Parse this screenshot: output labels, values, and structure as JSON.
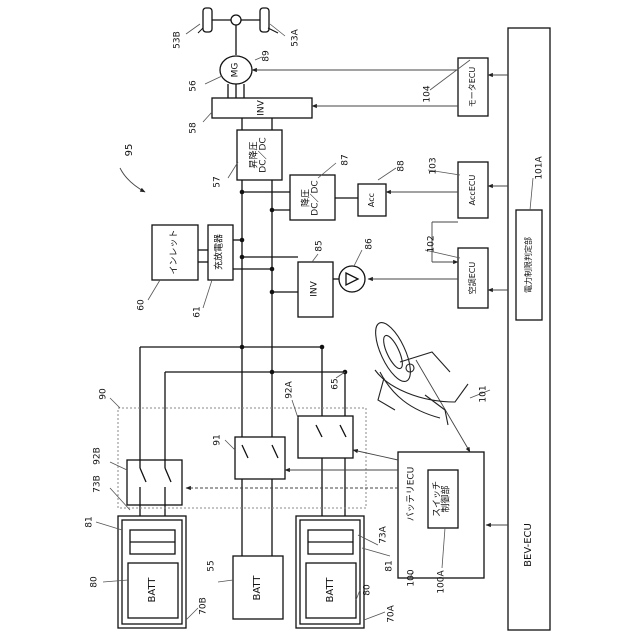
{
  "refs": {
    "r53B": "53B",
    "r53A": "53A",
    "r56": "56",
    "r89": "89",
    "r58": "58",
    "r104": "104",
    "r95": "95",
    "r57": "57",
    "r87": "87",
    "r88": "88",
    "r103": "103",
    "r101A": "101A",
    "r60": "60",
    "r61": "61",
    "r85": "85",
    "r86": "86",
    "r102": "102",
    "r65": "65",
    "r90": "90",
    "r92A": "92A",
    "r91": "91",
    "r92B": "92B",
    "r73B": "73B",
    "r101": "101",
    "r81a": "81",
    "r81b": "81",
    "r73A": "73A",
    "r100": "100",
    "r100A": "100A",
    "r80a": "80",
    "r80b": "80",
    "r70B": "70B",
    "r55": "55",
    "r70A": "70A"
  },
  "labels": {
    "mg": "MG",
    "inv_main": "INV",
    "dcdc_main": [
      "昇降圧",
      "DC／DC"
    ],
    "dcdc_down": [
      "降圧",
      "DC／DC"
    ],
    "acc": "Acc",
    "inv_ac": "INV",
    "inlet": "インレット",
    "charger": "充放電器",
    "motor_ecu": "モータECU",
    "acc_ecu": "AccECU",
    "ac_ecu": "空調ECU",
    "power_limit": "電力制限判定部",
    "bev_ecu": "BEV-ECU",
    "battery_ecu": "バッテリECU",
    "switch_ctrl": [
      "スイッチ",
      "制御部"
    ],
    "batt_b": "BATT",
    "batt_c": "BATT",
    "batt_a": "BATT"
  }
}
